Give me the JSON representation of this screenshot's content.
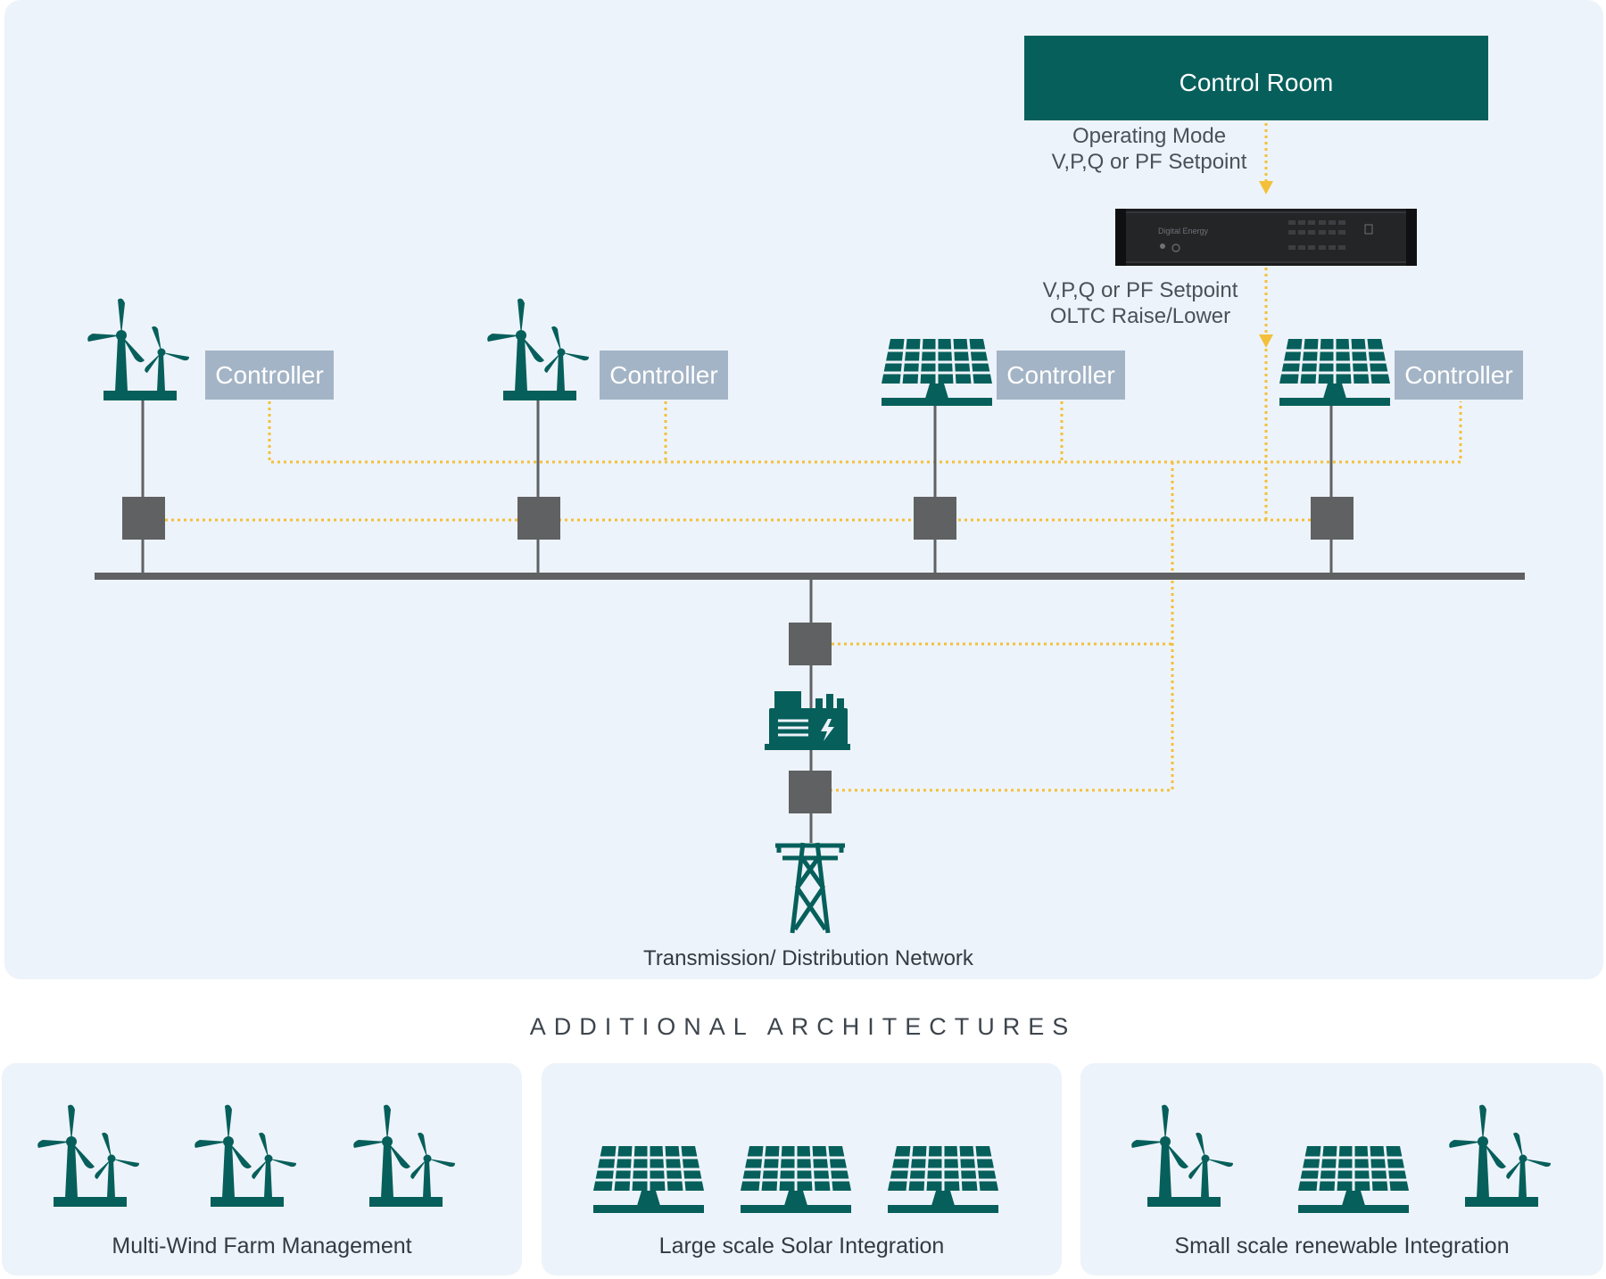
{
  "diagram": {
    "control_room": "Control Room",
    "cmd_top_line1": "Operating Mode",
    "cmd_top_line2": "V,P,Q or PF Setpoint",
    "cmd_bottom_line1": "V,P,Q or PF Setpoint",
    "cmd_bottom_line2": "OLTC Raise/Lower",
    "controller_label": "Controller",
    "device_brand": "Digital Energy",
    "network_label": "Transmission/ Distribution Network"
  },
  "additional": {
    "title": "ADDITIONAL ARCHITECTURES",
    "cards": [
      {
        "label": "Multi-Wind Farm Management",
        "icons": [
          "wind-turbine-icon",
          "wind-turbine-icon",
          "wind-turbine-icon"
        ]
      },
      {
        "label": "Large scale Solar Integration",
        "icons": [
          "solar-panel-icon",
          "solar-panel-icon",
          "solar-panel-icon"
        ]
      },
      {
        "label": "Small scale renewable Integration",
        "icons": [
          "wind-turbine-icon",
          "solar-panel-icon",
          "wind-turbine-icon"
        ]
      }
    ]
  },
  "colors": {
    "teal": "#065f5b",
    "link_dotted": "#f3c03a",
    "controller_box": "#a3b4c6",
    "node_box": "#5f6163",
    "bus": "#5f6163",
    "panel_bg": "#edf3fa"
  }
}
